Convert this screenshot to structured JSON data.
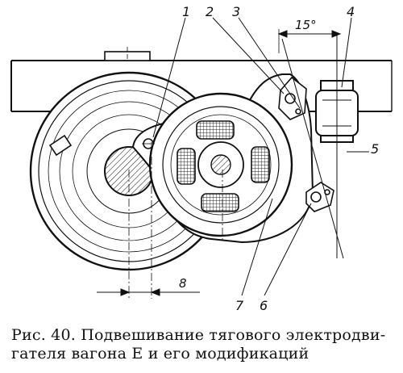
{
  "figure": {
    "callouts": [
      "1",
      "2",
      "3",
      "4",
      "5",
      "6",
      "7",
      "8"
    ],
    "angle_label": "15°",
    "caption": {
      "line1": "Рис. 40. Подвешивание тягового электродви-",
      "line2": "гателя вагона Е и его модификаций"
    }
  }
}
